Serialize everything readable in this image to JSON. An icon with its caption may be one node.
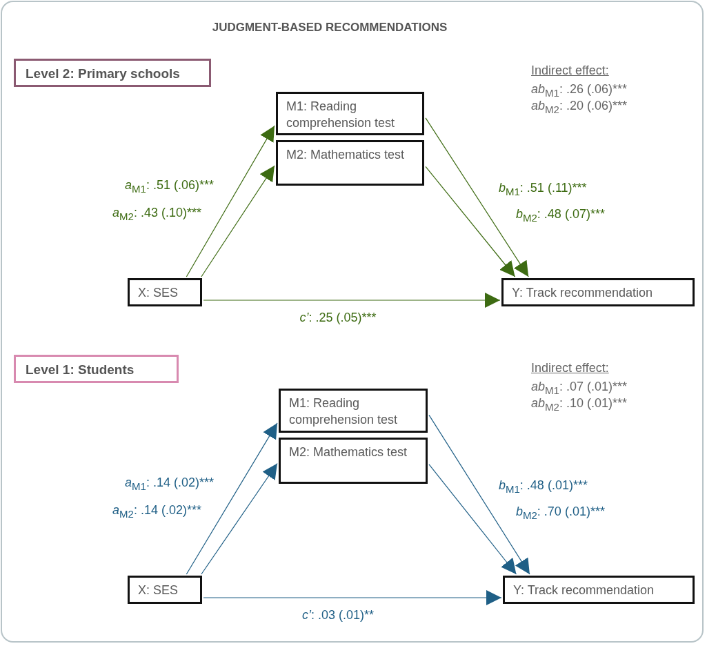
{
  "diagram": {
    "title": "JUDGMENT-BASED RECOMMENDATIONS",
    "nodes": [
      {
        "text": [
          "Level 2: Primary schools"
        ]
      },
      {
        "text": [
          "M1: Reading comprehension test"
        ]
      },
      {
        "text": [
          "M2: Mathematics test"
        ]
      },
      {
        "text": [
          "X: SES"
        ]
      },
      {
        "text": [
          "Y: Track recommendation"
        ]
      },
      {
        "text": [
          "Level 1: Students"
        ]
      },
      {
        "text": [
          "M1: Reading comprehension test"
        ]
      },
      {
        "text": [
          "M2: Mathematics test"
        ]
      },
      {
        "text": [
          "X: SES"
        ]
      },
      {
        "text": [
          "Y: Track recommendation"
        ]
      }
    ],
    "edges": [
      {
        "from": 3,
        "to": 1,
        "arrow": "to",
        "label": "*a*$_{M1}$: .51 (.06)***",
        "color": "#3d6b12"
      },
      {
        "from": 3,
        "to": 2,
        "arrow": "to",
        "label": "*a*$_{M2}$: .43 (.10)***",
        "color": "#3d6b12"
      },
      {
        "from": 1,
        "to": 4,
        "arrow": "to",
        "label": "*b*$_{M1}$: .51 (.11)***",
        "color": "#3d6b12"
      },
      {
        "from": 2,
        "to": 4,
        "arrow": "to",
        "label": "*b*$_{M2}$: .48 (.07)***",
        "color": "#3d6b12"
      },
      {
        "from": 3,
        "to": 4,
        "arrow": "to",
        "label": "*c’*: .25 (.05)***",
        "color": "#3d6b12"
      },
      {
        "from": 8,
        "to": 6,
        "arrow": "to",
        "label": "*a*$_{M1}$: .14 (.02)***",
        "color": "#1f5f86"
      },
      {
        "from": 8,
        "to": 7,
        "arrow": "to",
        "label": "*a*$_{M2}$: .14 (.02)***",
        "color": "#1f5f86"
      },
      {
        "from": 6,
        "to": 9,
        "arrow": "to",
        "label": "*b*$_{M1}$: .48 (.01)***",
        "color": "#1f5f86"
      },
      {
        "from": 7,
        "to": 9,
        "arrow": "to",
        "label": "*b*$_{M2}$: .70 (.01)***",
        "color": "#1f5f86"
      },
      {
        "from": 8,
        "to": 9,
        "arrow": "to",
        "label": "*c’*: .03 (.01)**",
        "color": "#1f5f86"
      }
    ],
    "labels": [
      "Indirect effect:",
      "*ab*$_{M1}$: .26 (.06)***",
      "*ab*$_{M2}$: .20 (.06)***",
      "Indirect effect:",
      "*ab*$_{M1}$: .07 (.01)***",
      "*ab*$_{M2}$: .10 (.01)***"
    ]
  }
}
